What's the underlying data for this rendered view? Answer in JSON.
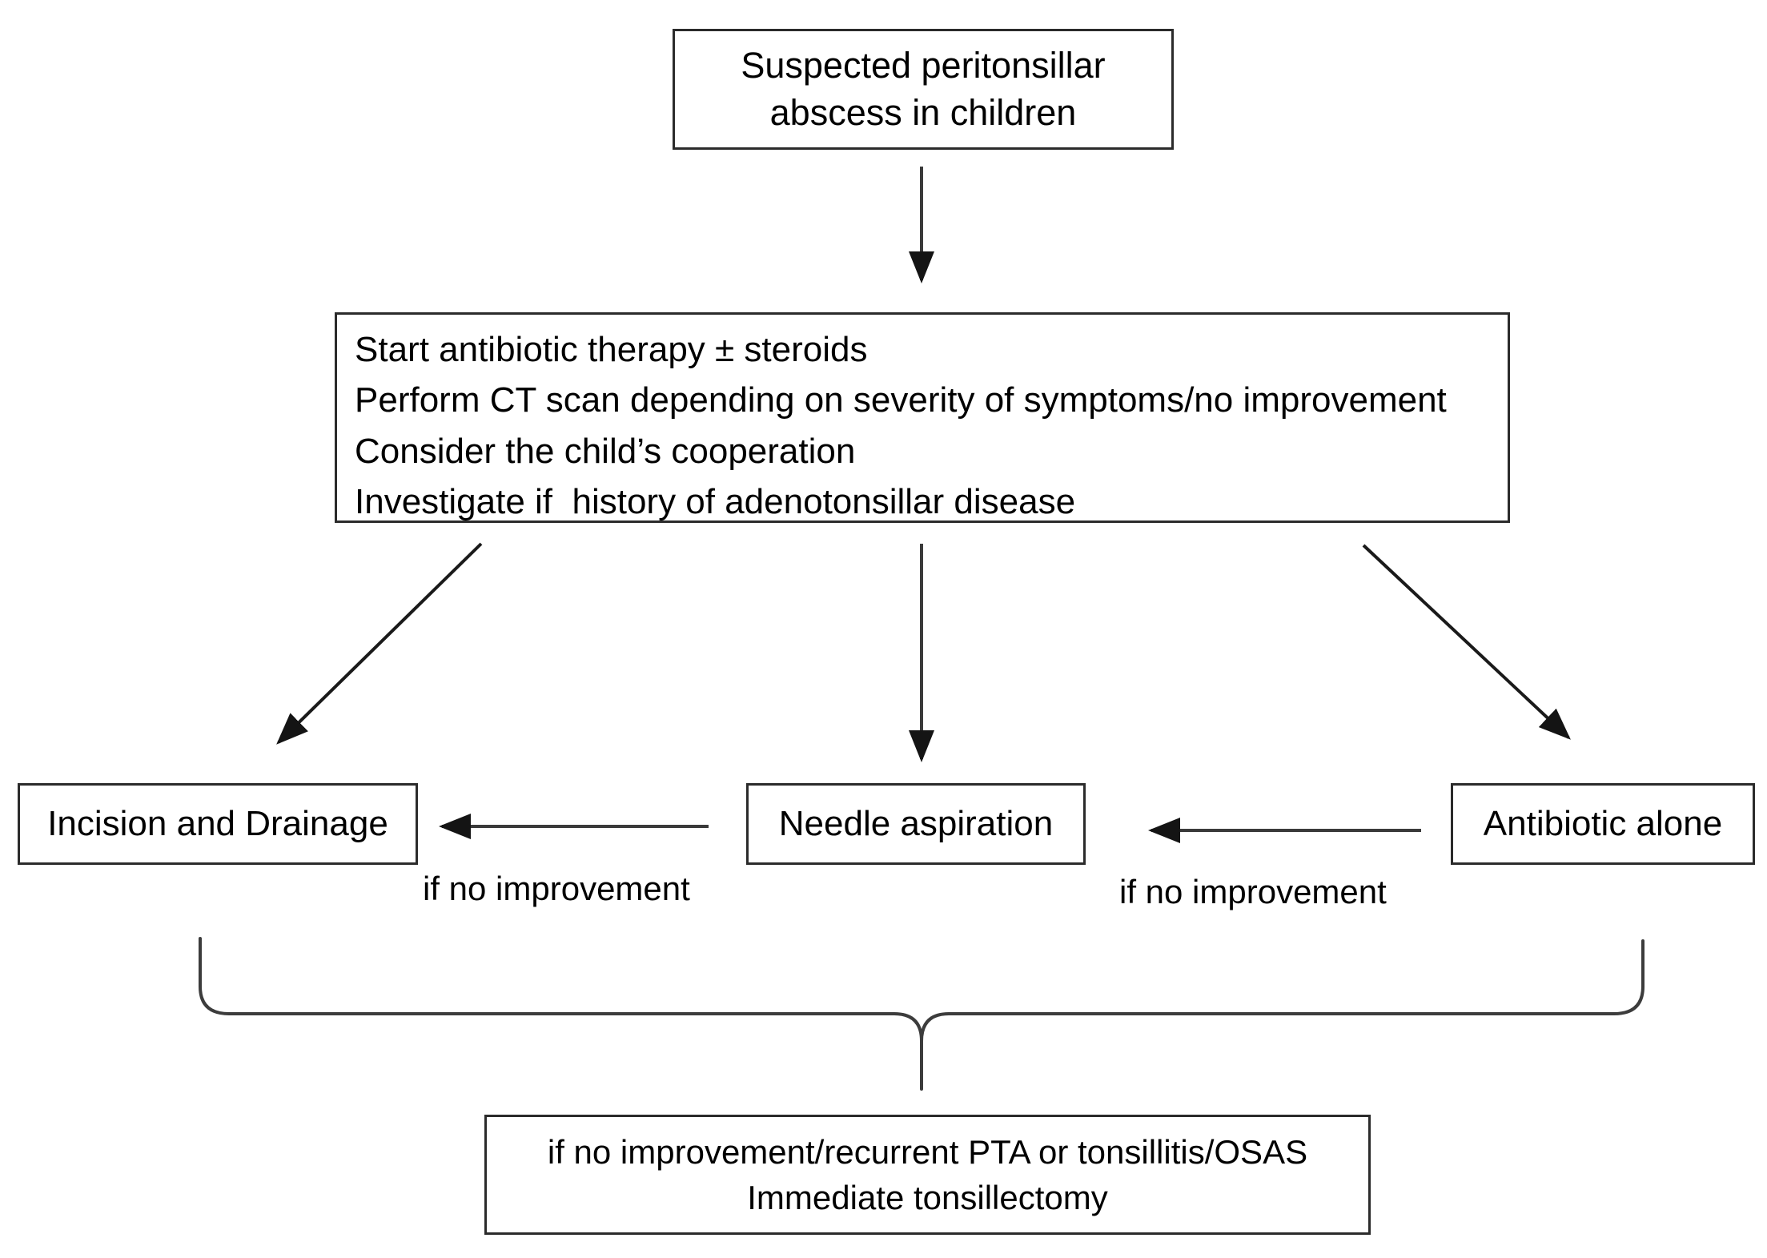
{
  "diagram": {
    "title": "Suspected peritonsillar abscess in children management algorithm",
    "colors": {
      "background": "#ffffff",
      "box_border": "#2b2b2b",
      "connector": "#1a1a1a",
      "text": "#000000"
    },
    "nodes": [
      {
        "id": "suspected",
        "lines": [
          "Suspected peritonsillar",
          "abscess in children"
        ]
      },
      {
        "id": "management",
        "lines": [
          "Start antibiotic therapy ± steroids",
          "Perform CT scan depending on severity of symptoms/no improvement",
          "Consider the child’s cooperation",
          "Investigate if  history of adenotonsillar disease"
        ]
      },
      {
        "id": "incision",
        "lines": [
          "Incision and Drainage"
        ]
      },
      {
        "id": "needle",
        "lines": [
          "Needle aspiration"
        ]
      },
      {
        "id": "antibiotic",
        "lines": [
          "Antibiotic alone"
        ]
      },
      {
        "id": "tonsillectomy",
        "lines": [
          "if no improvement/recurrent PTA or tonsillitis/OSAS",
          "Immediate tonsillectomy"
        ]
      }
    ],
    "edge_labels": {
      "needle_to_incision": "if no improvement",
      "antibiotic_to_needle": "if no improvement"
    }
  }
}
